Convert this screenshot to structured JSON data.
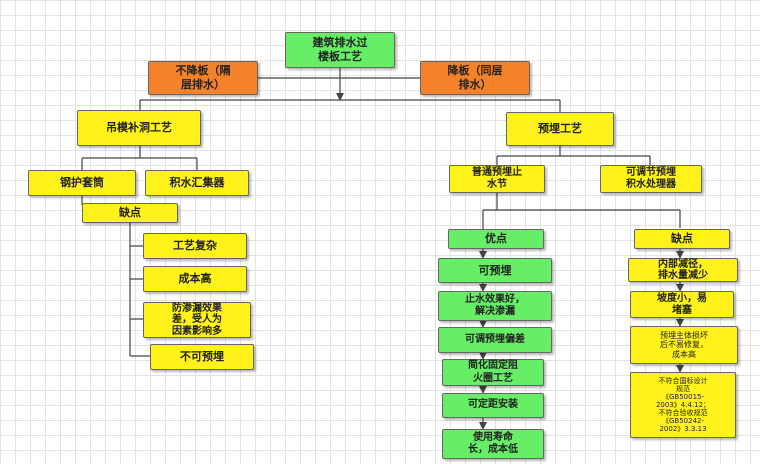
{
  "colors": {
    "green": "#66ee66",
    "yellow": "#fff21a",
    "orange": "#f3822a",
    "line": "#444444"
  },
  "nodes": {
    "root": "建筑排水过\n楼板工艺",
    "no_drop": "不降板（隔\n层排水）",
    "drop": "降板（同层\n排水）",
    "hanging_mold": "吊模补洞工艺",
    "steel_sleeve": "钢护套筒",
    "water_collector": "积水汇集器",
    "cons_left": "缺点",
    "cons_left_items": [
      "工艺复杂",
      "成本高",
      "防渗漏效果\n差，受人为\n因素影响多",
      "不可预埋"
    ],
    "embed_process": "预埋工艺",
    "ordinary_embed": "普通预埋止\n水节",
    "adjustable_embed": "可调节预埋\n积水处理器",
    "pros": "优点",
    "pros_items": [
      "可预埋",
      "止水效果好，\n解决渗漏",
      "可调预埋偏差",
      "简化固定阻\n火圈工艺",
      "可定距安装",
      "使用寿命\n长，成本低"
    ],
    "cons_right": "缺点",
    "cons_right_items": [
      "内部减径，\n排水量减少",
      "坡度小，易\n堵塞",
      "预埋主体损坏\n后不易修复，\n成本高",
      "不符合国标设计\n规范\n《GB50015-\n2003》4.4.12；\n不符合验收规范\n《GB50242-\n2002》3.3.13"
    ]
  }
}
